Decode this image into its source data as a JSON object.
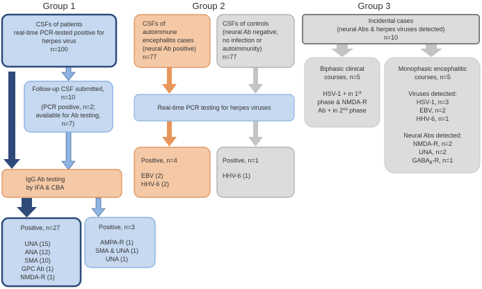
{
  "groups": {
    "g1": "Group 1",
    "g2": "Group 2",
    "g3": "Group 3"
  },
  "colors": {
    "blue_fill": "#c6d9f0",
    "blue_stroke": "#2e4a78",
    "blue_arrow": "#8eb4e3",
    "blue_arrow_dark": "#2e4a78",
    "orange_fill": "#f5c9a6",
    "orange_stroke": "#d88c55",
    "orange_arrow": "#e8955b",
    "gray_fill": "#dcdcdc",
    "gray_stroke": "#7f7f7f",
    "gray_arrow": "#c4c4c4"
  },
  "g1": {
    "patients": [
      "CSFs of patients",
      "real-time PCR-tested positive for",
      "herpes virus",
      "n=100"
    ],
    "followup": [
      "Follow-up CSF submitted,",
      "n=10",
      "(PCR positive, n=2;",
      "available for Ab testing,",
      "n=7)"
    ],
    "igg": [
      "IgG Ab testing",
      "by IFA & CBA"
    ],
    "pos27": {
      "title": "Positive, n=27",
      "items": [
        "UNA (15)",
        "ANA (12)",
        "SMA (10)",
        "GPC Ab (1)",
        "NMDA-R (1)"
      ]
    },
    "pos3": {
      "title": "Positive, n=3",
      "items": [
        "AMPA-R (1)",
        "SMA & UNA (1)",
        "UNA (1)"
      ]
    }
  },
  "g2": {
    "autoimmune": [
      "CSFs of",
      "autoimmune",
      "encephalitis cases",
      "(neural Ab positive)",
      "n=77"
    ],
    "controls": [
      "CSFs of controls",
      "(neural Ab negative,",
      "no infection or",
      "autoimmunity)",
      "n=77"
    ],
    "pcr": "Real-time PCR testing for herpes viruses",
    "pos4": {
      "title": "Positive, n=4",
      "items": [
        "EBV (2)",
        "HHV-6 (2)"
      ]
    },
    "pos1": {
      "title": "Positive, n=1",
      "items": [
        "HHV-6 (1)"
      ]
    }
  },
  "g3": {
    "incidental": [
      "Incidental cases",
      "(neural Abs & herpes viruses detected)",
      "n=10"
    ],
    "biphasic": {
      "head": [
        "Biphasic clinical",
        "courses, n=5"
      ],
      "line1_pre": "HSV-1 + in 1",
      "line1_sup": "st",
      "line2": "phase & NMDA-R",
      "line3_pre": "Ab + in 2",
      "line3_sup": "nd",
      "line3_post": " phase"
    },
    "monophasic": {
      "head": [
        "Monophasic encephalitic",
        "courses, n=5"
      ],
      "viruses_title": "Viruses detected:",
      "viruses": [
        "HSV-1, n=3",
        "EBV, n=2",
        "HHV-6, n=1"
      ],
      "abs_title": "Neural Abs detected:",
      "abs": [
        "NMDA-R, n=2",
        "UNA, n=2"
      ],
      "gaba_pre": "GABA",
      "gaba_sub": "B",
      "gaba_post": "-R, n=1"
    }
  }
}
